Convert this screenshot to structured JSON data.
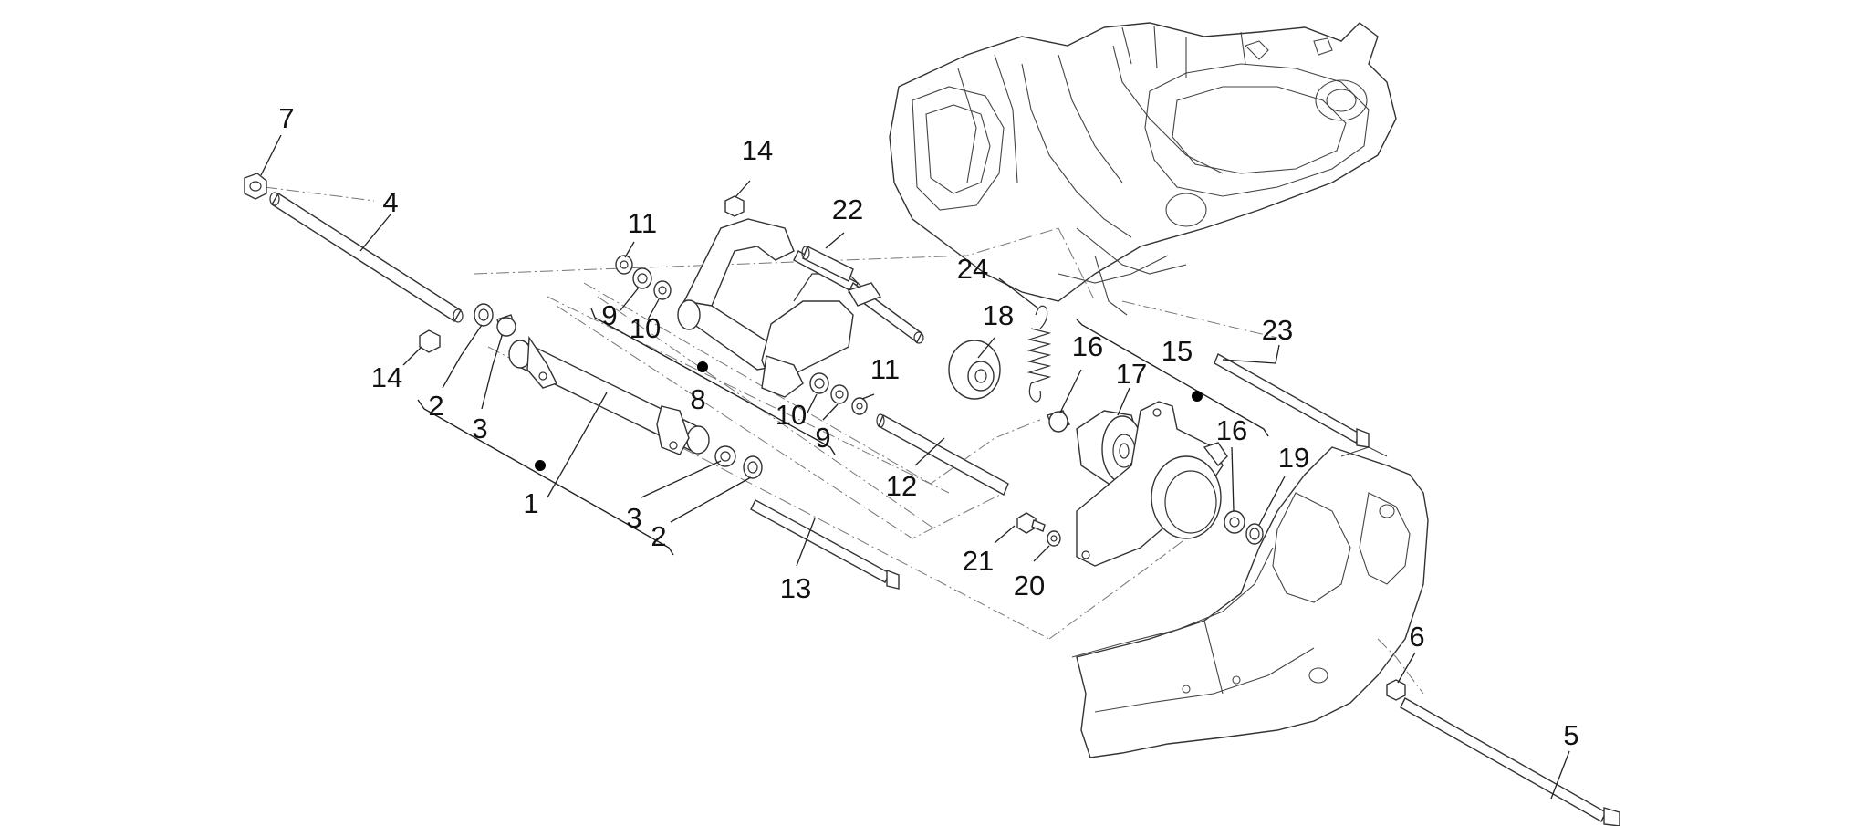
{
  "callouts": [
    {
      "id": "c7",
      "label": "7"
    },
    {
      "id": "c4",
      "label": "4"
    },
    {
      "id": "c14a",
      "label": "14"
    },
    {
      "id": "c14b",
      "label": "14"
    },
    {
      "id": "c2a",
      "label": "2"
    },
    {
      "id": "c3a",
      "label": "3"
    },
    {
      "id": "c1",
      "label": "1"
    },
    {
      "id": "c3b",
      "label": "3"
    },
    {
      "id": "c2b",
      "label": "2"
    },
    {
      "id": "c11a",
      "label": "11"
    },
    {
      "id": "c9a",
      "label": "9"
    },
    {
      "id": "c10a",
      "label": "10"
    },
    {
      "id": "c22",
      "label": "22"
    },
    {
      "id": "c8",
      "label": "8"
    },
    {
      "id": "c10b",
      "label": "10"
    },
    {
      "id": "c9b",
      "label": "9"
    },
    {
      "id": "c11b",
      "label": "11"
    },
    {
      "id": "c24",
      "label": "24"
    },
    {
      "id": "c18",
      "label": "18"
    },
    {
      "id": "c12",
      "label": "12"
    },
    {
      "id": "c13",
      "label": "13"
    },
    {
      "id": "c16a",
      "label": "16"
    },
    {
      "id": "c15",
      "label": "15"
    },
    {
      "id": "c17",
      "label": "17"
    },
    {
      "id": "c16b",
      "label": "16"
    },
    {
      "id": "c19",
      "label": "19"
    },
    {
      "id": "c21",
      "label": "21"
    },
    {
      "id": "c20",
      "label": "20"
    },
    {
      "id": "c23",
      "label": "23"
    },
    {
      "id": "c6",
      "label": "6"
    },
    {
      "id": "c5",
      "label": "5"
    }
  ]
}
